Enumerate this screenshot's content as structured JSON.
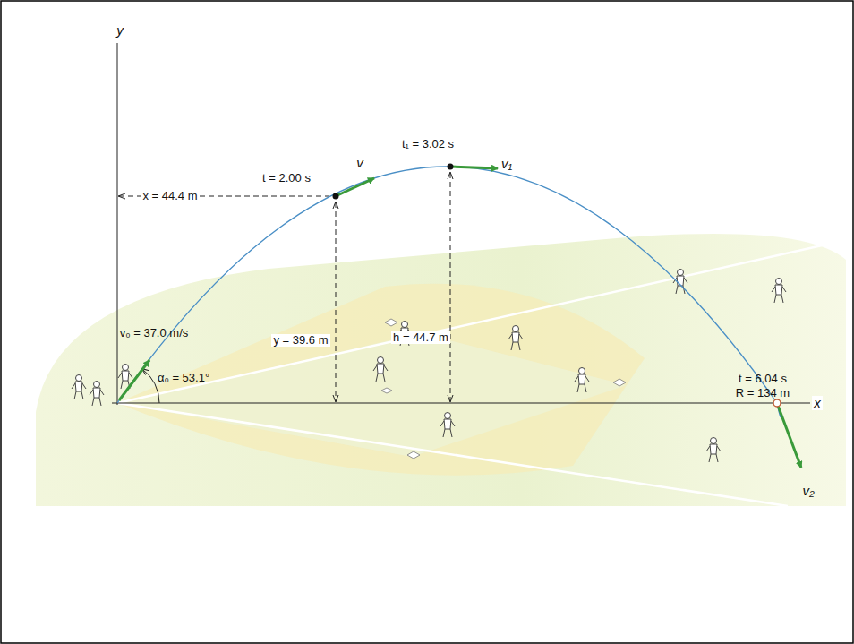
{
  "diagram": {
    "labels": [
      "y",
      "x",
      "x = 44.4 m",
      "t = 2.00 s",
      "v",
      "t₁ = 3.02 s",
      "v₁",
      "y = 39.6 m",
      "h = 44.7 m",
      "v₀ = 37.0 m/s",
      "α₀ = 53.1°",
      "t = 6.04 s",
      "R = 134 m",
      "v₂"
    ]
  }
}
